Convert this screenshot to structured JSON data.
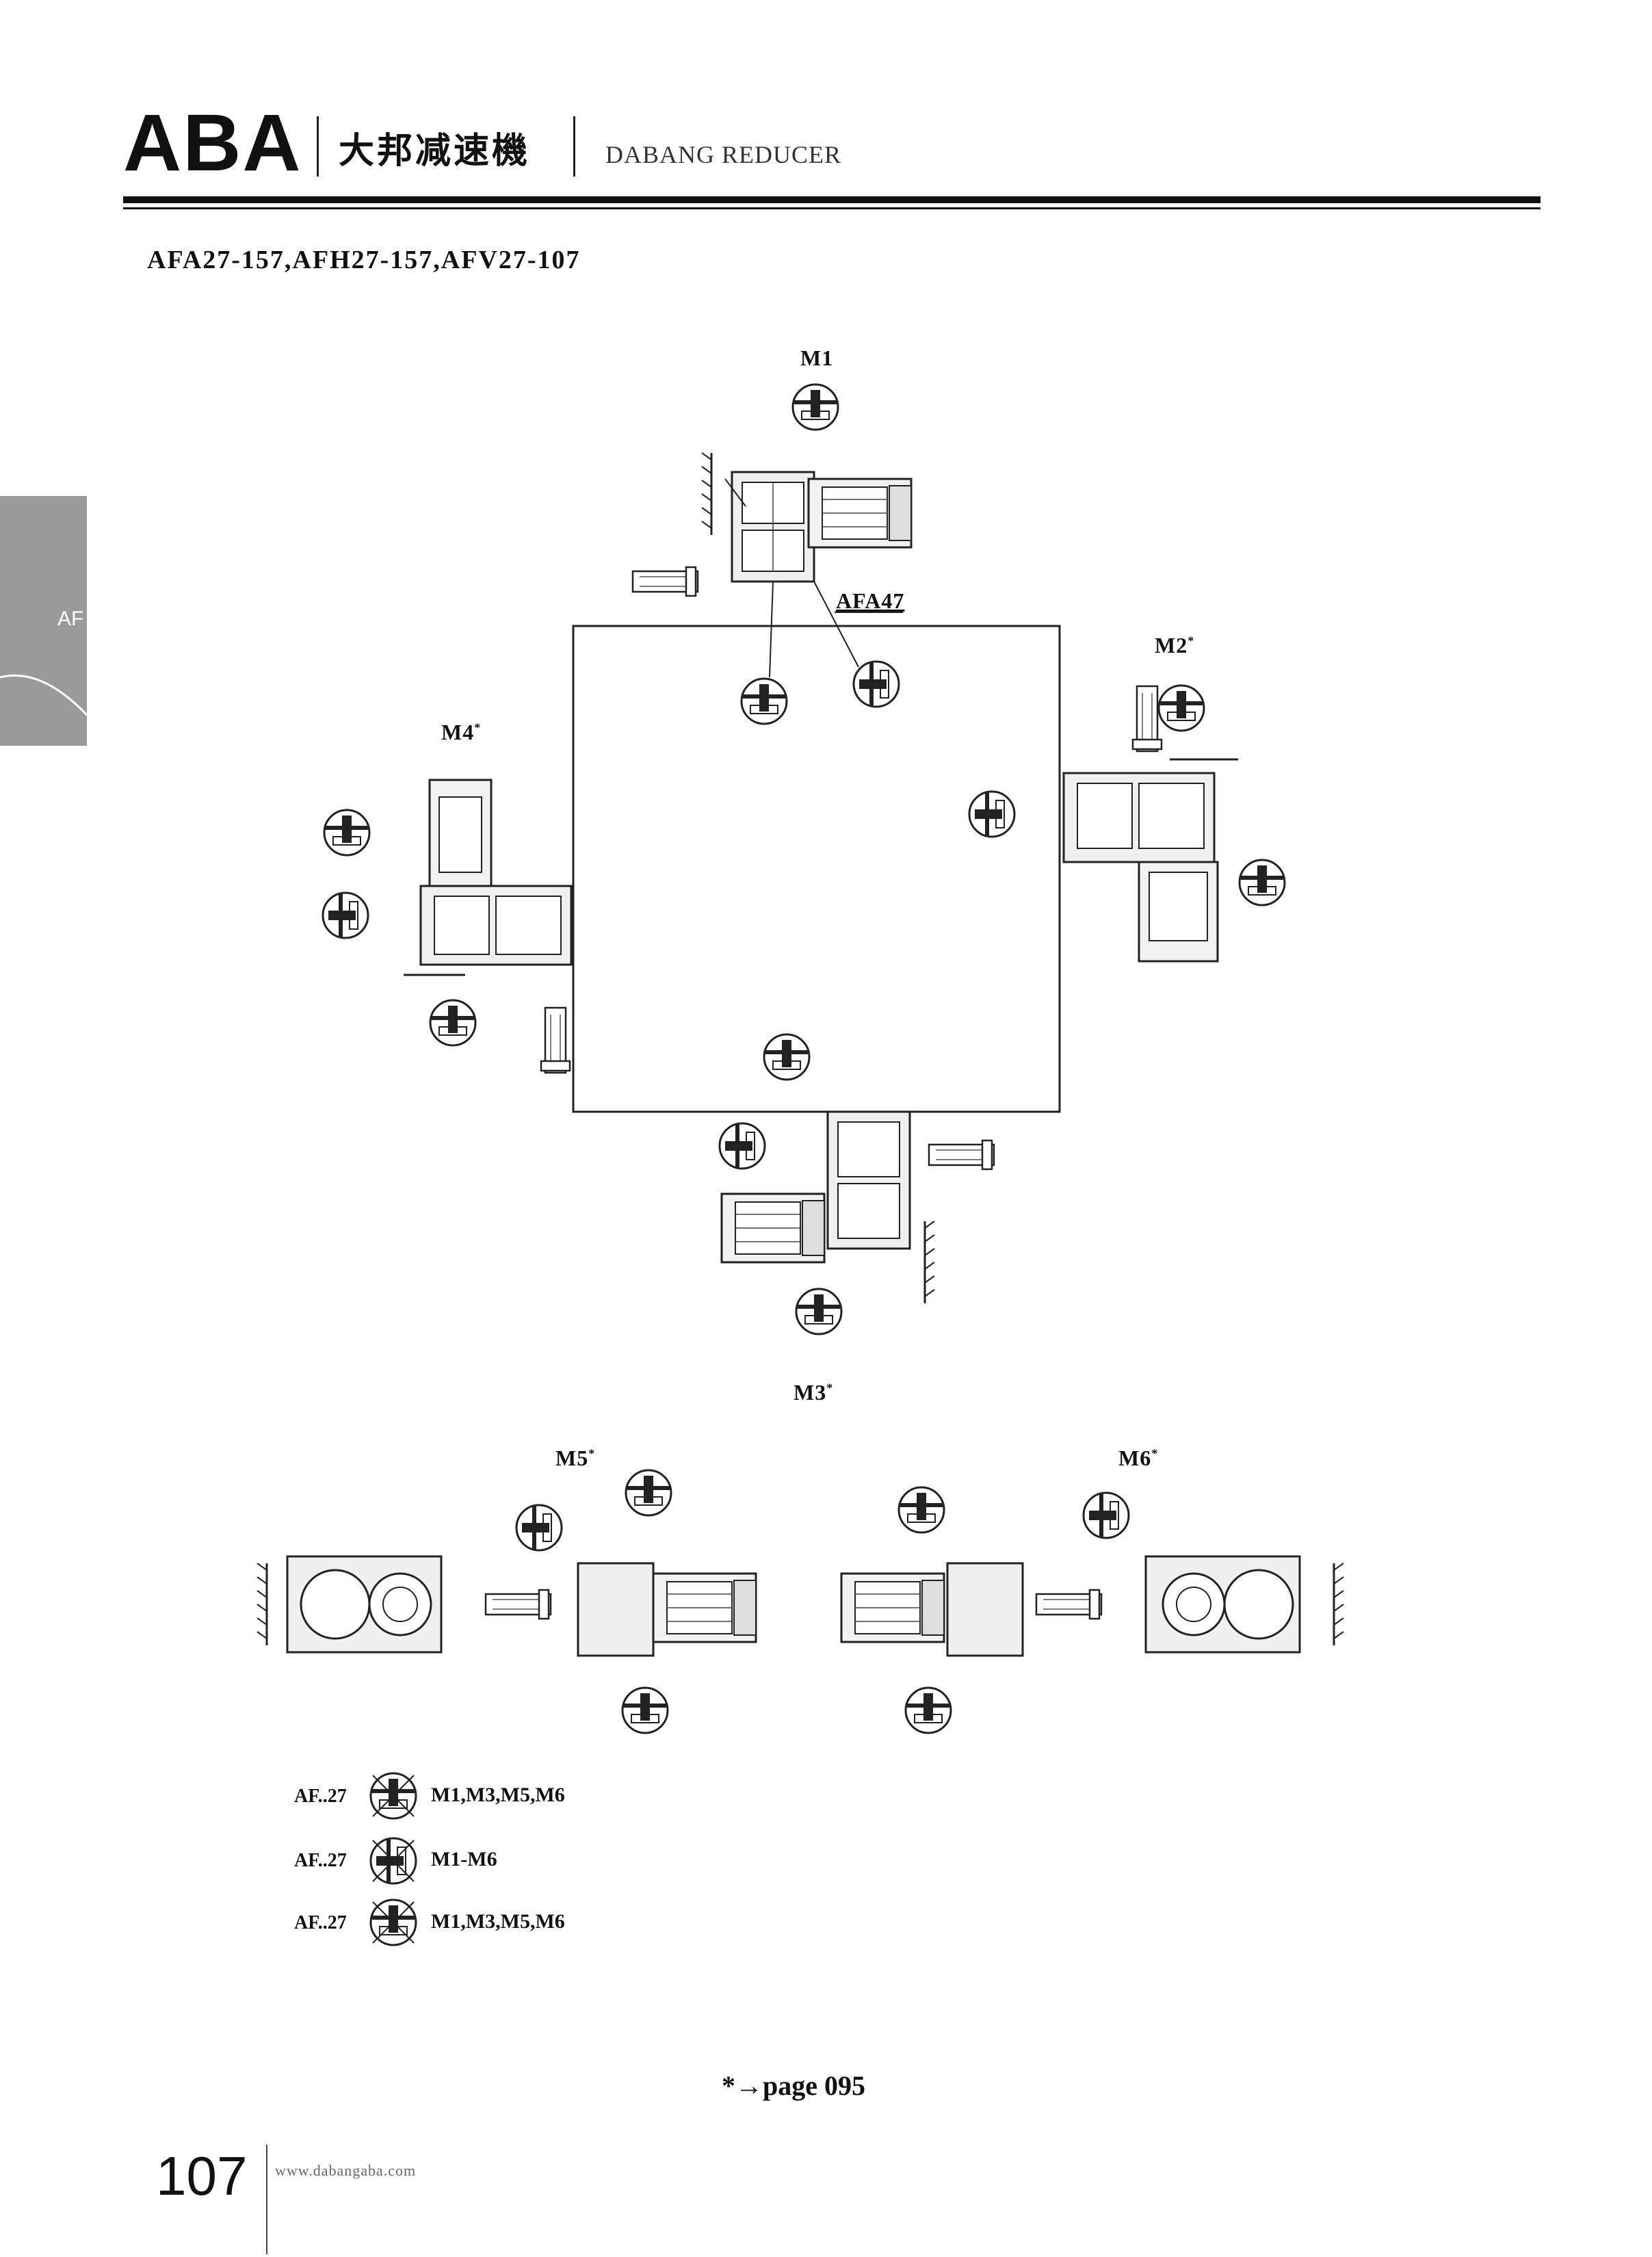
{
  "header": {
    "logo": "ABA",
    "brand_cn": "大邦减速機",
    "brand_en": "DABANG REDUCER"
  },
  "subtitle": "AFA27-157,AFH27-157,AFV27-107",
  "side_tab": "AF",
  "diagram": {
    "model_label": "AFA47",
    "positions": {
      "m1": "M1",
      "m2": "M2",
      "m3": "M3",
      "m4": "M4",
      "m5": "M5",
      "m6": "M6"
    },
    "asterisk": "*"
  },
  "legend": [
    {
      "code": "AF..27",
      "positions": "M1,M3,M5,M6",
      "icon": "terminal-box-cross-icon"
    },
    {
      "code": "AF..27",
      "positions": "M1-M6",
      "icon": "cable-entry-cross-icon"
    },
    {
      "code": "AF..27",
      "positions": "M1,M3,M5,M6",
      "icon": "breather-cross-icon"
    }
  ],
  "footnote": "*→page 095",
  "footer": {
    "page_number": "107",
    "url": "www.dabangaba.com"
  }
}
